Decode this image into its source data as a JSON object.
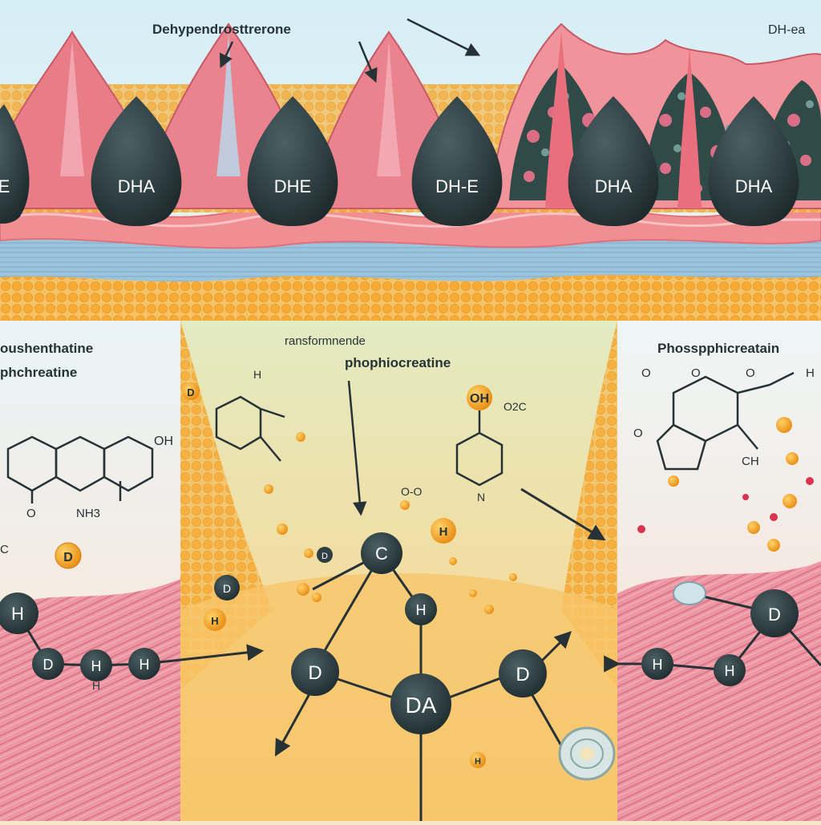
{
  "top": {
    "title": "Dehypendrosttrerone",
    "corner_label": "DH-ea",
    "droplets": [
      {
        "label": "E"
      },
      {
        "label": "DHA"
      },
      {
        "label": "DHE"
      },
      {
        "label": "DH-E"
      },
      {
        "label": "DHA"
      },
      {
        "label": "DHA"
      }
    ]
  },
  "left_panel": {
    "title_line1": "oushenthatine",
    "title_line2": "phchreatine",
    "ring_labels": {
      "oh": "OH",
      "o": "O",
      "nh3": "NH3",
      "d": "D",
      "c": "C"
    }
  },
  "center_panel": {
    "subtitle": "ransformnende",
    "title": "phophiocreatine",
    "labels": {
      "h": "H",
      "d": "D",
      "oh": "OH",
      "o2": "O-O",
      "o2c": "O2C",
      "n": "N",
      "h2": "H"
    }
  },
  "right_panel": {
    "title": "Phosspphicreatain",
    "labels": {
      "o1": "O",
      "o2": "O",
      "o3": "O",
      "h": "H",
      "o4": "O",
      "ch": "CH"
    }
  },
  "molecule_left": {
    "atoms": [
      "H",
      "D",
      "H",
      "H",
      "D"
    ],
    "sub_label": "H"
  },
  "molecule_center": {
    "atoms": [
      "C",
      "H",
      "H",
      "D",
      "DA",
      "D",
      "D",
      "H"
    ]
  },
  "molecule_right": {
    "atoms": [
      "D",
      "H",
      "H"
    ]
  },
  "colors": {
    "sky": "#cfe9f3",
    "membrane": "#f1a3a4",
    "droplet": "#2e3f42",
    "fat": "#f2b43c",
    "muscle": "#e78a98",
    "panel_green": "#e7ecc4"
  }
}
